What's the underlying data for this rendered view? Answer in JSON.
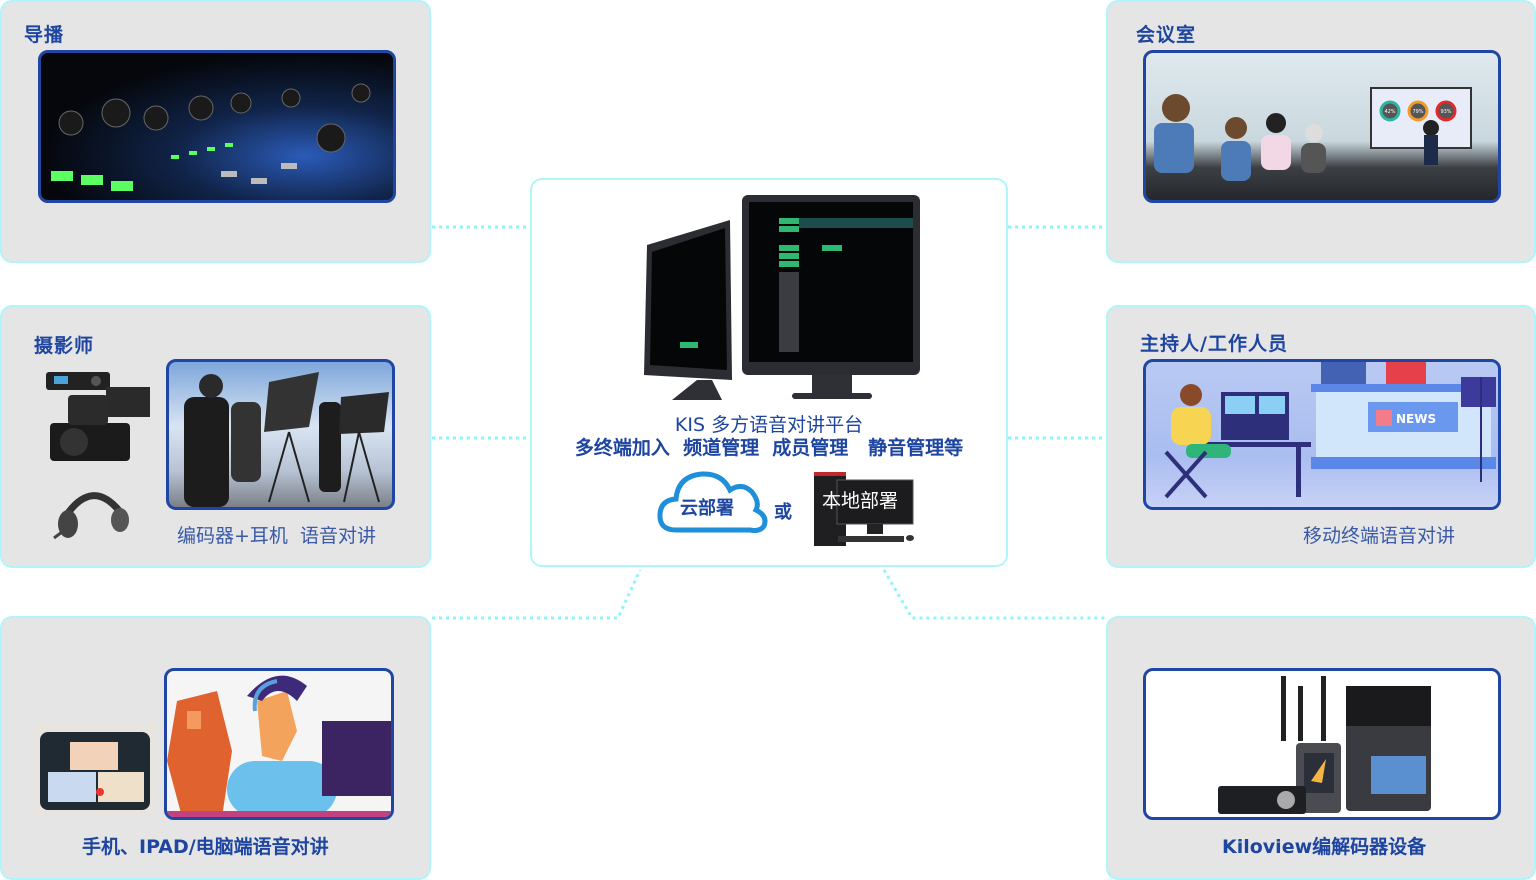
{
  "colors": {
    "accent": "#1e45a0",
    "panel_bg": "#e5e5e5",
    "panel_border": "#aef6fb",
    "connector": "#8ef4fa"
  },
  "panels": {
    "director": {
      "title": "导播",
      "image": "audio-mixer-console-photo"
    },
    "meeting_room": {
      "title": "会议室",
      "image": "conference-room-presentation-photo",
      "screen_stats": [
        "42%",
        "79%",
        "93%"
      ]
    },
    "cameraman": {
      "title": "摄影师",
      "caption": "编码器+耳机  语音对讲",
      "images": [
        "camcorder-with-encoder",
        "headset",
        "studio-camera-operators-photo"
      ]
    },
    "host_staff": {
      "title": "主持人/工作人员",
      "caption": "移动终端语音对讲",
      "image": "news-studio-illustration",
      "news_label": "NEWS"
    },
    "mobile": {
      "caption": "手机、IPAD/电脑端语音对讲",
      "images": [
        "tablet-video-call-photo",
        "gamer-headset-illustration"
      ]
    },
    "kiloview": {
      "caption": "Kiloview编解码器设备",
      "image": "kiloview-encoder-devices-photo"
    }
  },
  "center": {
    "title": "KIS 多方语音对讲平台",
    "features": "多终端加入  频道管理  成员管理   静音管理等",
    "cloud_label": "云部署",
    "or_label": "或",
    "local_label": "本地部署"
  }
}
